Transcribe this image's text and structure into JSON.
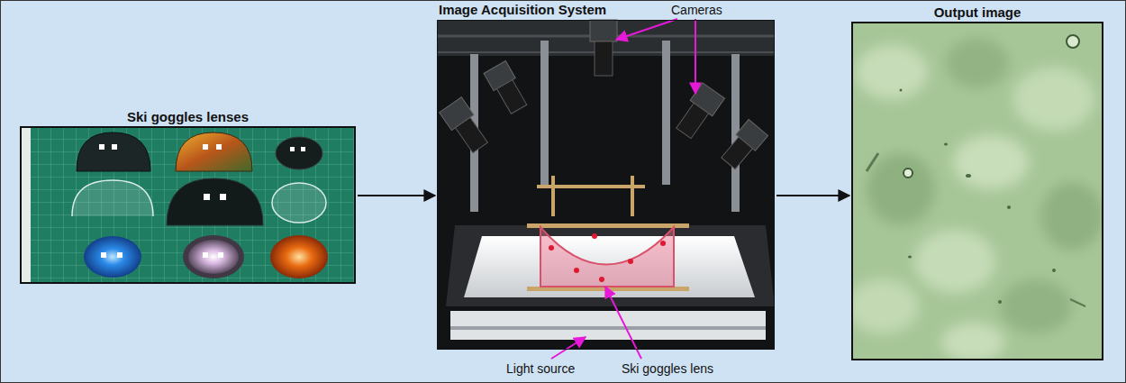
{
  "diagram": {
    "nodes": [
      {
        "text": [
          "Ski goggles lenses"
        ]
      },
      {
        "text": [
          "Image Acquisition System"
        ]
      },
      {
        "text": [
          "Output image"
        ]
      }
    ],
    "edges": [
      {
        "from": 0,
        "to": 1,
        "arrow": "to"
      },
      {
        "from": 1,
        "to": 2,
        "arrow": "to"
      }
    ],
    "labels": [
      "Cameras",
      "Light source",
      "Ski goggles lens"
    ]
  }
}
